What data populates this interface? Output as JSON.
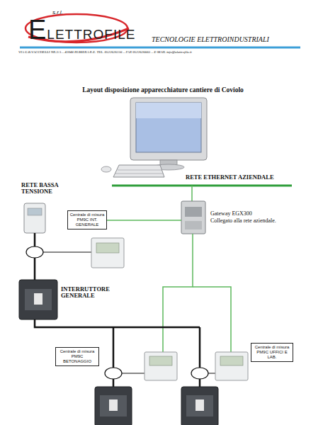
{
  "diagram": {
    "title": "Layout disposizione apparecchiature cantiere di Coviolo",
    "nodes": [
      {
        "text": [
          "Centrale di misura PM9C INT. GENERALE"
        ]
      },
      {
        "text": [
          "Centrale di misura PM9C BETONAGGIO"
        ]
      },
      {
        "text": [
          "Centrale di misura PM9C UFFICI E LAB."
        ]
      }
    ],
    "labels": [
      "s.r.l.",
      "ELETTROFILE",
      "TECNOLOGIE ELETTROINDUSTRIALI",
      "VIA G.B.VACCHELLI NR.3/A – 42048 RUBIERA R.E. TEL. 0522626156 – FAX 0522626665 – E-MAIL info@elettrofile.it",
      "RETE ETHERNET AZIENDALE",
      "RETE BASSA TENSIONE",
      "Gateway EGX300",
      "Collegato alla rete aziendale.",
      "INTERRUTTORE GENERALE"
    ]
  }
}
